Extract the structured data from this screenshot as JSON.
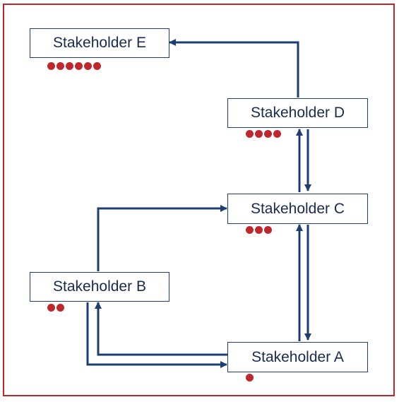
{
  "colors": {
    "frame": "#c0272d",
    "arrow": "#1f3c73",
    "dot": "#c0272d",
    "text": "#1a2a4e"
  },
  "stakeholders": [
    {
      "id": "E",
      "label": "Stakeholder E",
      "dots": 6
    },
    {
      "id": "D",
      "label": "Stakeholder D",
      "dots": 4
    },
    {
      "id": "C",
      "label": "Stakeholder C",
      "dots": 3
    },
    {
      "id": "B",
      "label": "Stakeholder B",
      "dots": 2
    },
    {
      "id": "A",
      "label": "Stakeholder A",
      "dots": 1
    }
  ],
  "edges": [
    {
      "from": "D",
      "to": "E"
    },
    {
      "from": "C",
      "to": "D"
    },
    {
      "from": "D",
      "to": "C"
    },
    {
      "from": "B",
      "to": "C"
    },
    {
      "from": "A",
      "to": "C"
    },
    {
      "from": "C",
      "to": "A"
    },
    {
      "from": "A",
      "to": "B"
    },
    {
      "from": "B",
      "to": "A"
    }
  ]
}
